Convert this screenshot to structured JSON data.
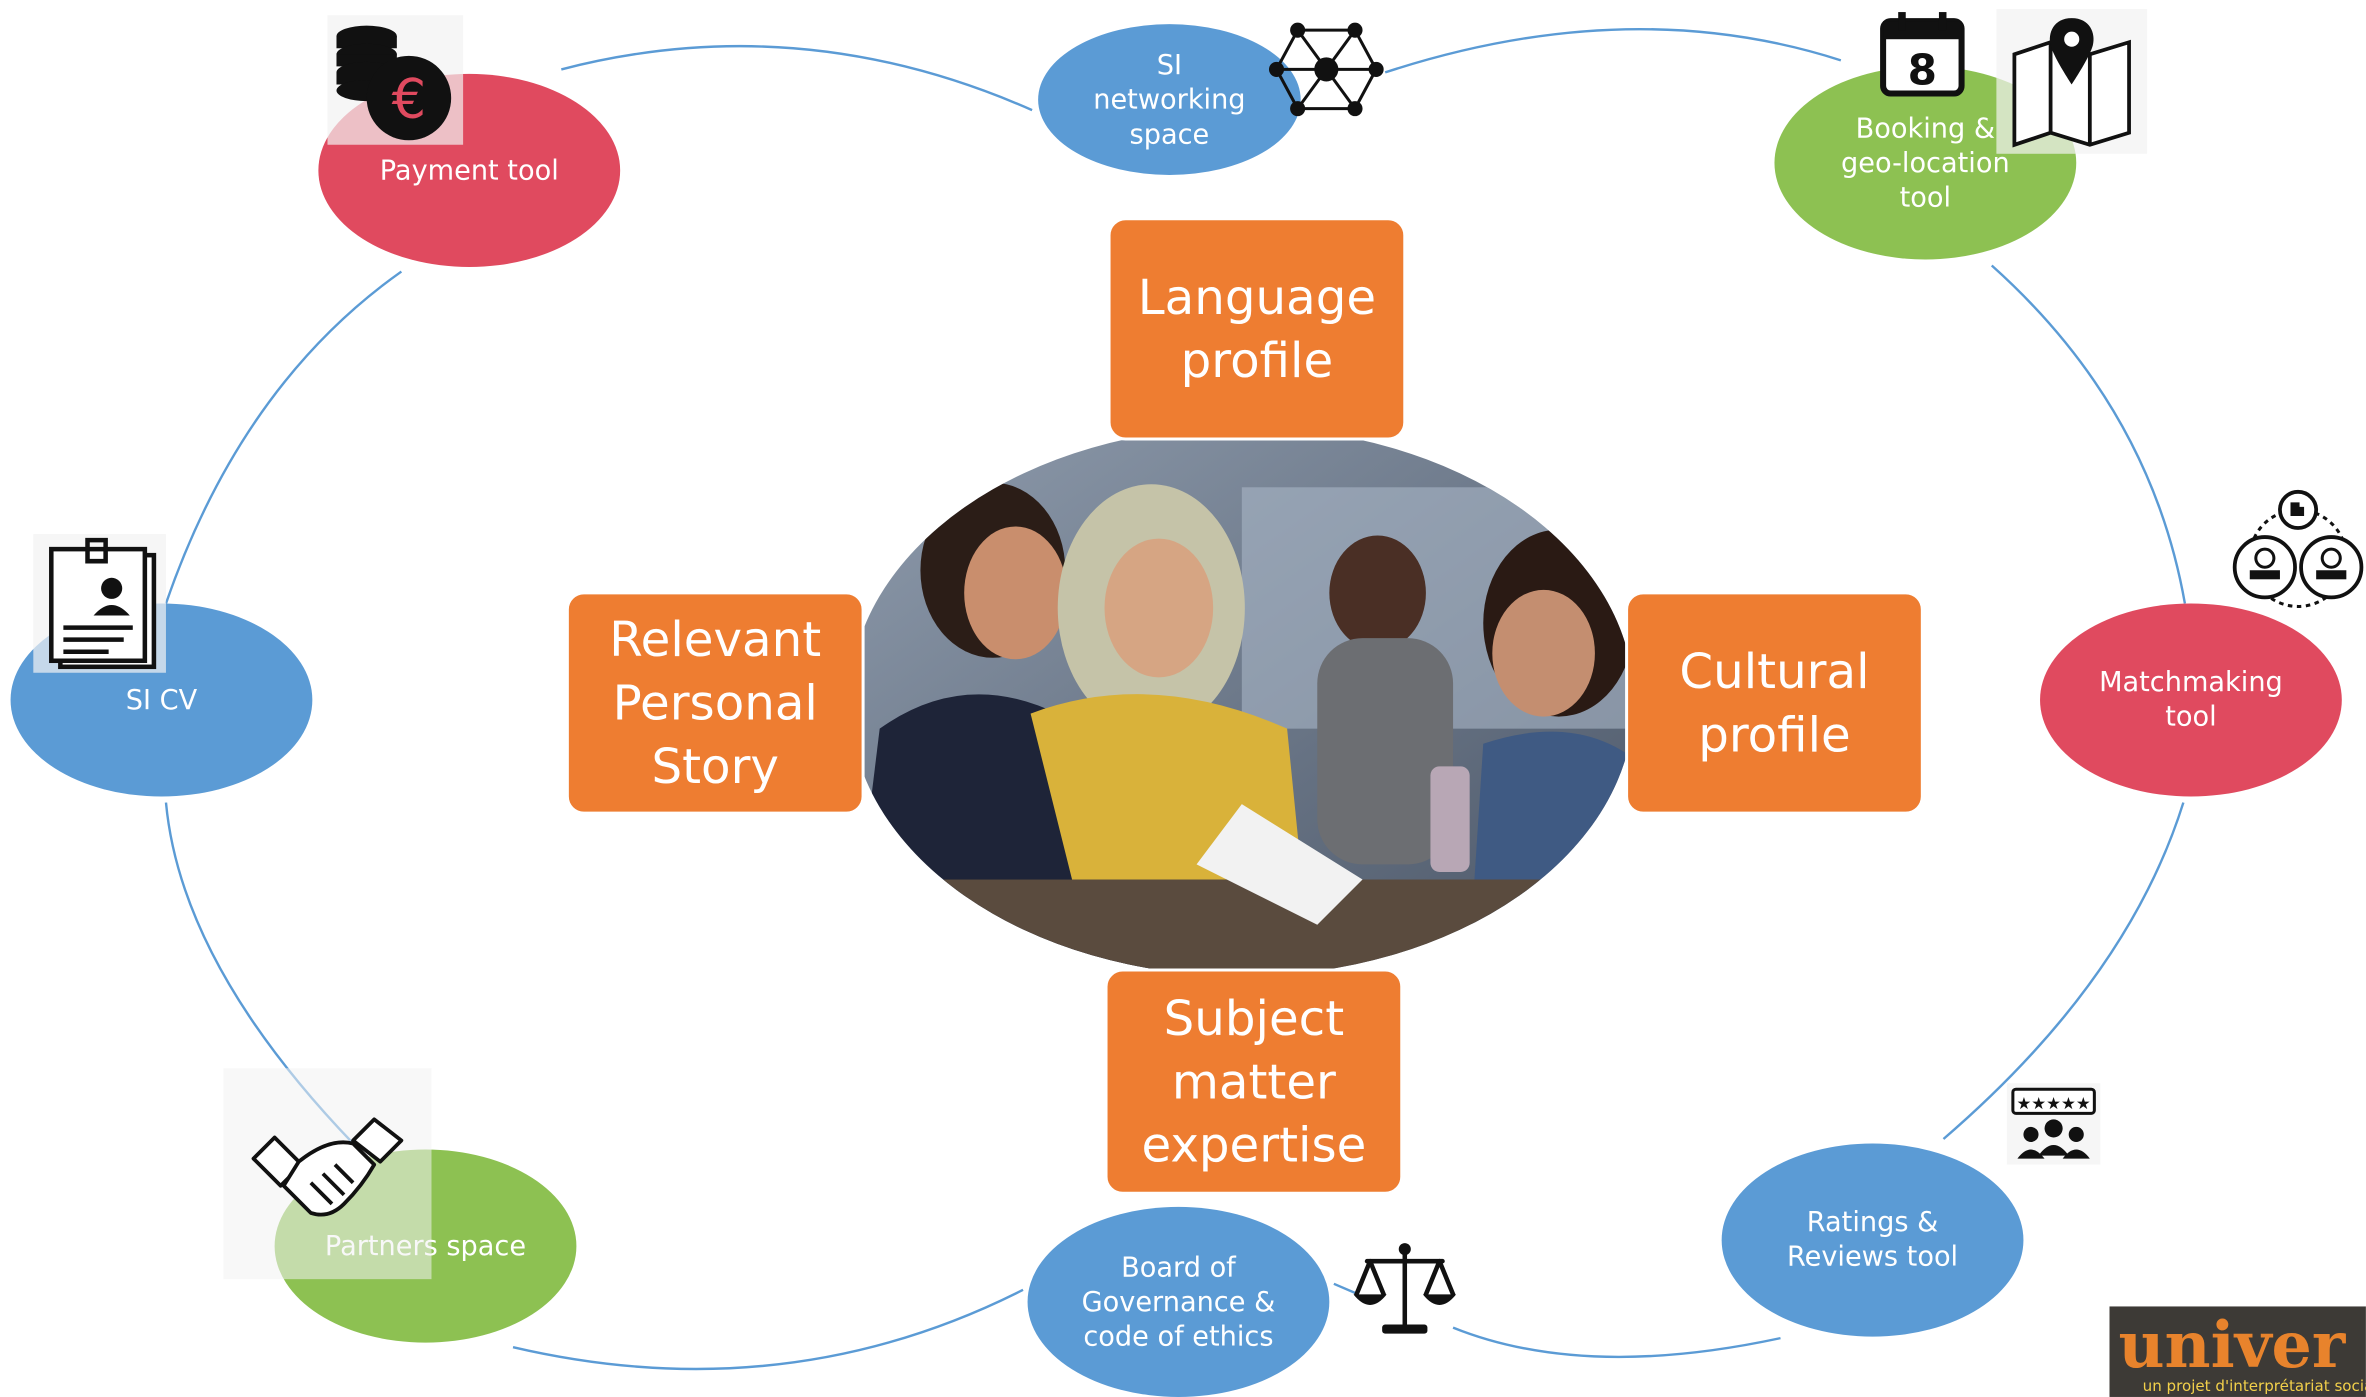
{
  "diagram": {
    "center_boxes": [
      {
        "id": "language",
        "label": "Language\nprofile"
      },
      {
        "id": "story",
        "label": "Relevant\nPersonal\nStory"
      },
      {
        "id": "cultural",
        "label": "Cultural\nprofile"
      },
      {
        "id": "subject",
        "label": "Subject\nmatter\nexpertise"
      }
    ],
    "tools": [
      {
        "id": "payment",
        "label": "Payment tool",
        "color": "#e04a5f",
        "icon": "euro-coins-icon"
      },
      {
        "id": "networking",
        "label": "SI\nnetworking\nspace",
        "color": "#5b9bd5",
        "icon": "network-icon"
      },
      {
        "id": "booking",
        "label": "Booking &\ngeo-location\ntool",
        "color": "#8dc152",
        "icon": "calendar-icon,map-pin-icon"
      },
      {
        "id": "matchmaking",
        "label": "Matchmaking\ntool",
        "color": "#e04a5f",
        "icon": "matchmaking-icon"
      },
      {
        "id": "ratings",
        "label": "Ratings &\nReviews tool",
        "color": "#5b9bd5",
        "icon": "ratings-icon"
      },
      {
        "id": "governance",
        "label": "Board of\nGovernance &\ncode of ethics",
        "color": "#5b9bd5",
        "icon": "scales-icon"
      },
      {
        "id": "partners",
        "label": "Partners space",
        "color": "#8dc152",
        "icon": "handshake-icon"
      },
      {
        "id": "cv",
        "label": "SI CV",
        "color": "#5b9bd5",
        "icon": "cv-clipboard-icon"
      }
    ],
    "calendar_day": "8",
    "logo_text": "univer",
    "logo_subtext": "un projet d'interprétariat social",
    "colors": {
      "accent_orange": "#ee7d31",
      "connector": "#5b9bd5"
    }
  }
}
